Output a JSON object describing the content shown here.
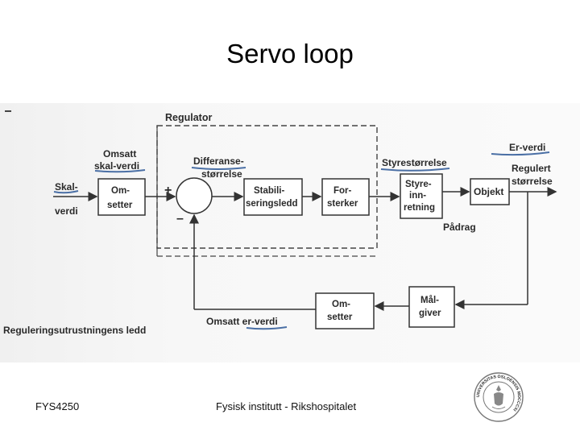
{
  "title": "Servo loop",
  "diagram": {
    "regulator_label": "Regulator",
    "omsatt_skal_verdi": [
      "Omsatt",
      "skal-verdi"
    ],
    "skal_verdi": [
      "Skal-",
      "verdi"
    ],
    "omsetter_input": [
      "Om-",
      "setter"
    ],
    "differanse": [
      "Differanse-",
      "størrelse"
    ],
    "plus": "+",
    "minus": "–",
    "stabilisering": [
      "Stabili-",
      "seringsledd"
    ],
    "forsterker": [
      "For-",
      "sterker"
    ],
    "styrestorrelse": "Styrestørrelse",
    "styreinnretning": [
      "Styre-",
      "inn-",
      "retning"
    ],
    "objekt": "Objekt",
    "er_verdi": "Er-verdi",
    "regulert_storrelse": [
      "Regulert",
      "størrelse"
    ],
    "padrag": "Pådrag",
    "malgiver": [
      "Mål-",
      "giver"
    ],
    "omsetter_feedback": [
      "Om-",
      "setter"
    ],
    "omsatt_er_verdi": "Omsatt er-verdi",
    "reguleringsutrustning": "Reguleringsutrustningens ledd"
  },
  "footer": {
    "course": "FYS4250",
    "institution": "Fysisk institutt - Rikshospitalet"
  },
  "logo_text": "UNIVERSITAS OSLOENSIS MDCCCXI"
}
